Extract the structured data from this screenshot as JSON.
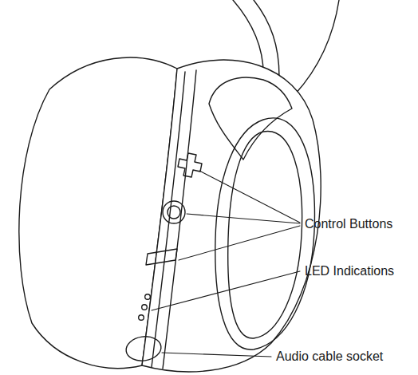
{
  "diagram": {
    "labels": [
      "Control Buttons",
      "LED Indications",
      "Audio cable socket"
    ]
  }
}
